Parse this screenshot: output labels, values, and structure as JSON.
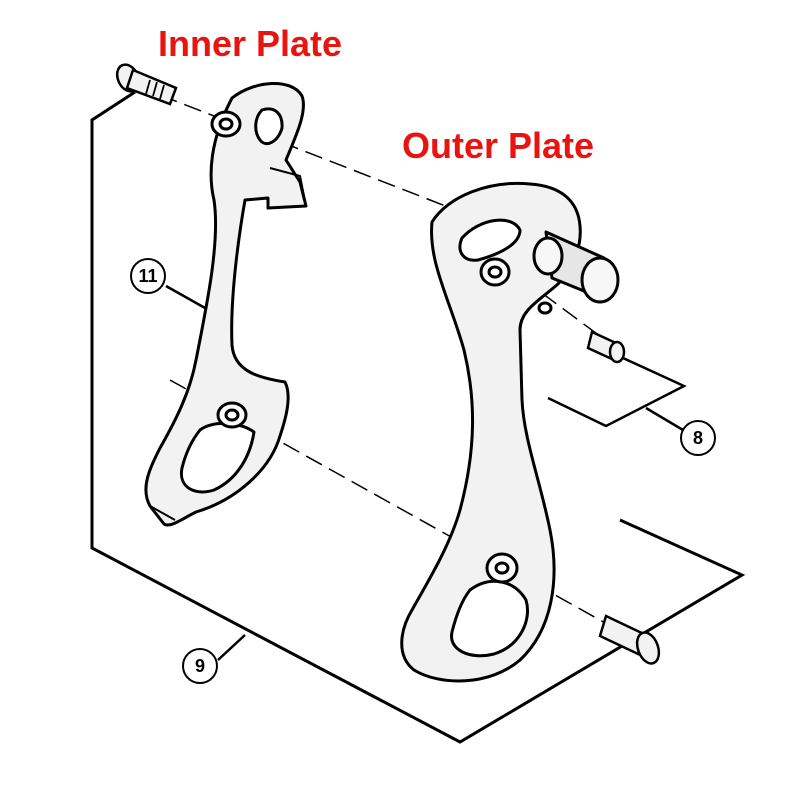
{
  "labels": {
    "inner_plate": "Inner Plate",
    "outer_plate": "Outer Plate"
  },
  "callouts": {
    "part_11": "11",
    "part_8": "8",
    "part_9": "9"
  },
  "colors": {
    "label_red": "#e8140f",
    "line": "#000000",
    "part_shade": "#f2f2f2",
    "part_dark": "#cfcfcf"
  }
}
